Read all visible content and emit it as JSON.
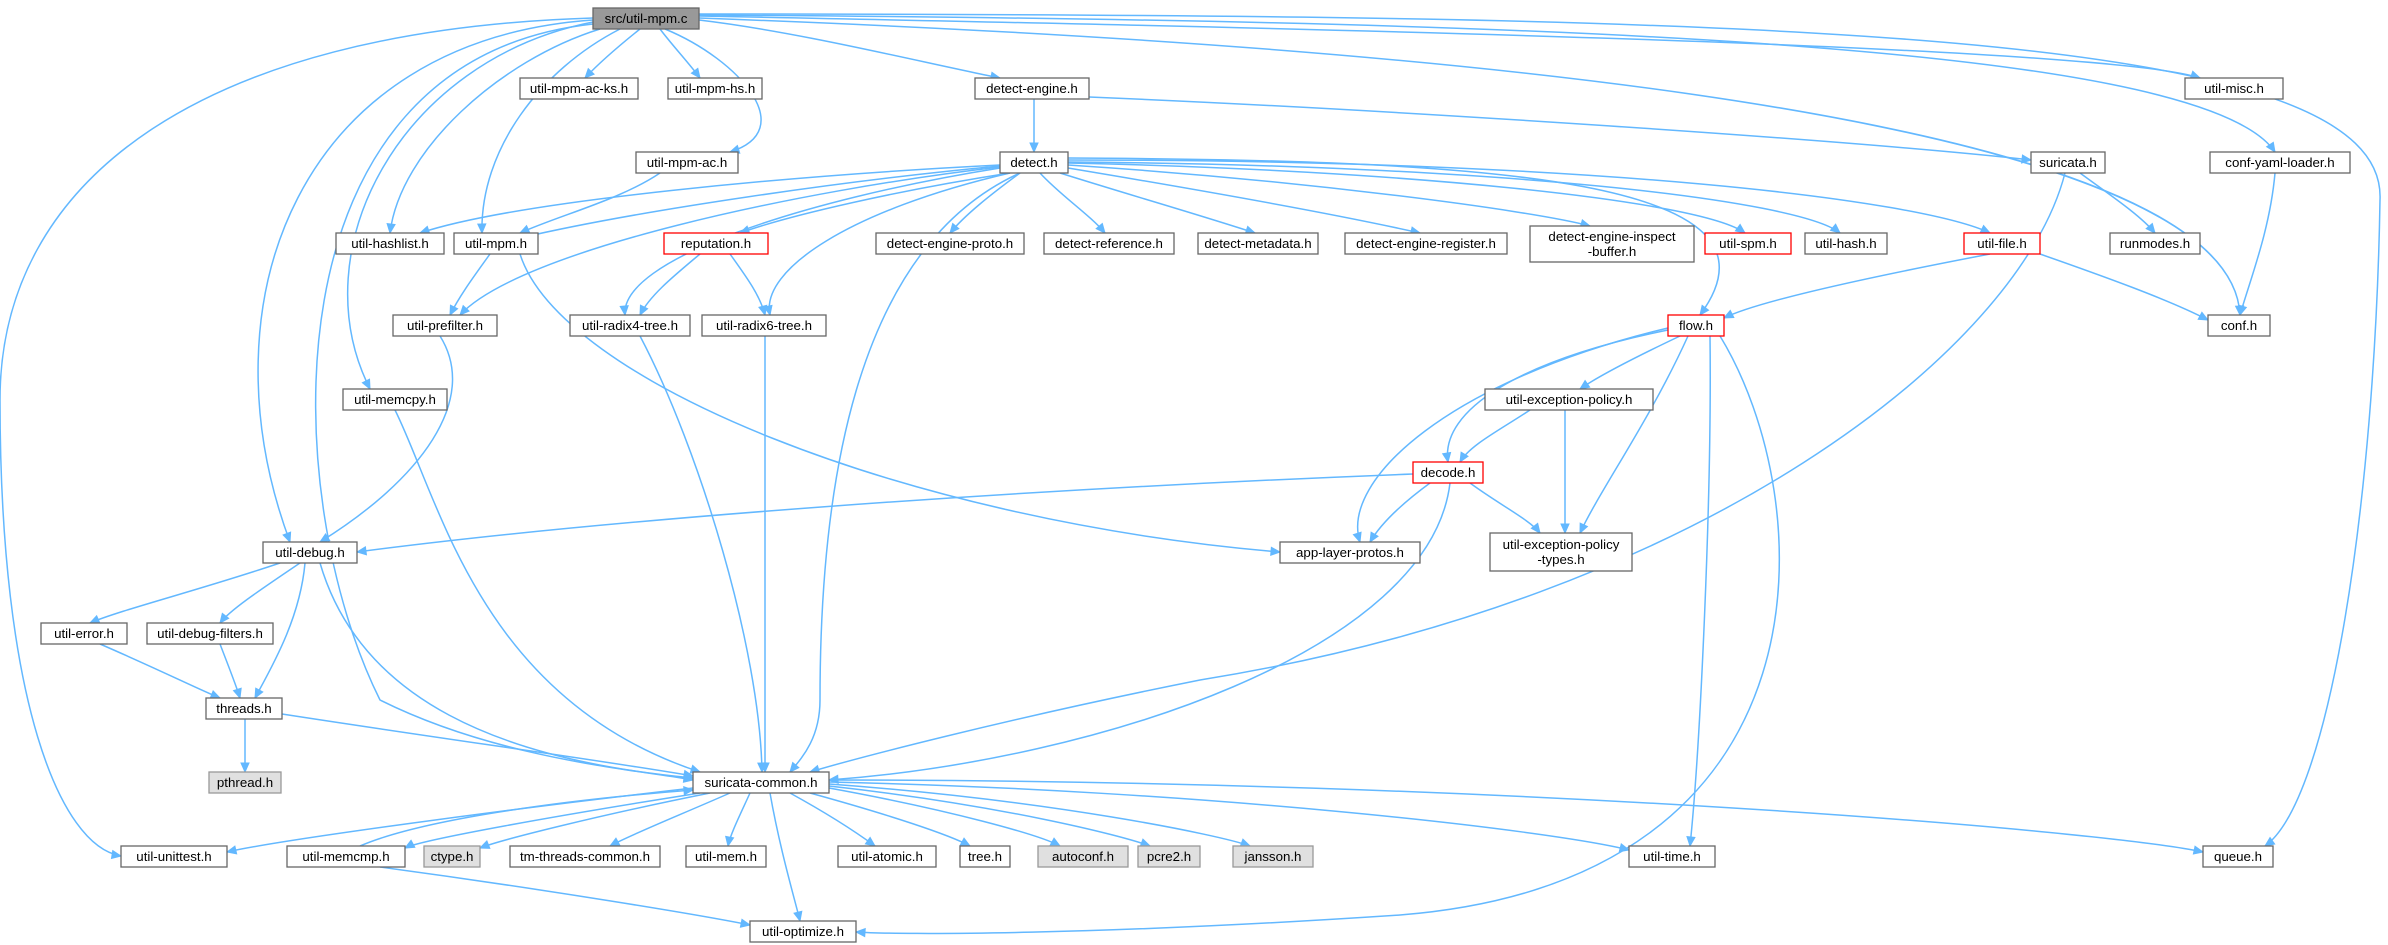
{
  "graph": {
    "title": "src/util-mpm.c",
    "colors": {
      "edge": "#63b8ff",
      "root_fill": "#999999",
      "external_fill": "#e0e0e0",
      "incomplete_border": "#ff0000",
      "default_border": "#666666"
    },
    "nodes": {
      "root": "src/util-mpm.c",
      "mpm_ac_ks": "util-mpm-ac-ks.h",
      "mpm_hs": "util-mpm-hs.h",
      "detect_engine": "detect-engine.h",
      "util_misc": "util-misc.h",
      "conf_yaml": "conf-yaml-loader.h",
      "mpm_ac": "util-mpm-ac.h",
      "detect": "detect.h",
      "suricata": "suricata.h",
      "hashlist": "util-hashlist.h",
      "util_mpm": "util-mpm.h",
      "reputation": "reputation.h",
      "de_proto": "detect-engine-proto.h",
      "d_ref": "detect-reference.h",
      "d_meta": "detect-metadata.h",
      "de_reg": "detect-engine-register.h",
      "de_insp_1": "detect-engine-inspect",
      "de_insp_2": "-buffer.h",
      "util_spm": "util-spm.h",
      "util_hash": "util-hash.h",
      "util_file": "util-file.h",
      "runmodes": "runmodes.h",
      "prefilter": "util-prefilter.h",
      "radix4": "util-radix4-tree.h",
      "radix6": "util-radix6-tree.h",
      "flow": "flow.h",
      "conf": "conf.h",
      "memcpy": "util-memcpy.h",
      "exc_policy": "util-exception-policy.h",
      "decode": "decode.h",
      "util_debug": "util-debug.h",
      "app_layer": "app-layer-protos.h",
      "exc_types_1": "util-exception-policy",
      "exc_types_2": "-types.h",
      "util_error": "util-error.h",
      "debug_filters": "util-debug-filters.h",
      "threads": "threads.h",
      "pthread": "pthread.h",
      "common": "suricata-common.h",
      "unittest": "util-unittest.h",
      "memcmp": "util-memcmp.h",
      "ctype": "ctype.h",
      "tm_threads": "tm-threads-common.h",
      "util_mem": "util-mem.h",
      "atomic": "util-atomic.h",
      "tree": "tree.h",
      "autoconf": "autoconf.h",
      "pcre2": "pcre2.h",
      "jansson": "jansson.h",
      "util_time": "util-time.h",
      "queue": "queue.h",
      "optimize": "util-optimize.h"
    }
  }
}
